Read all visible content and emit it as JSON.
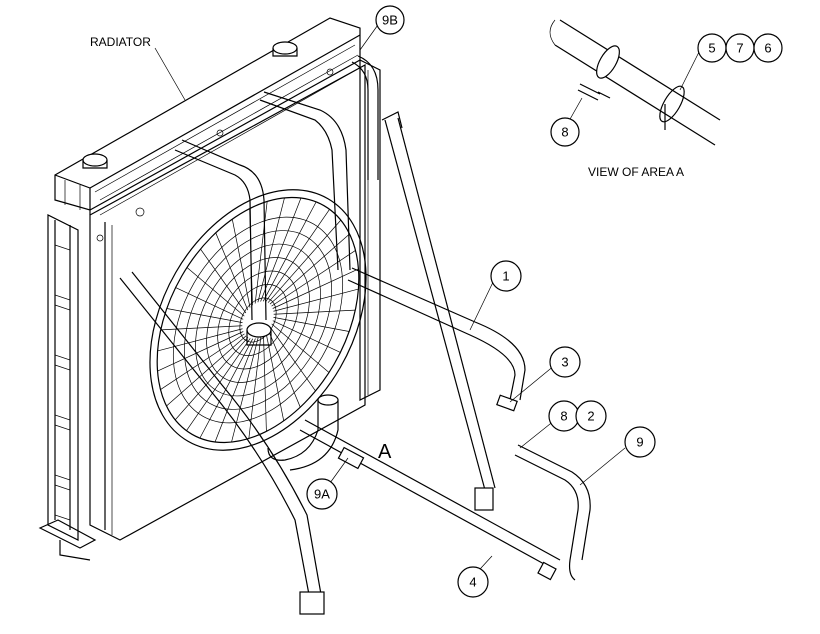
{
  "labels": {
    "radiator": "RADIATOR",
    "view_of_area": "VIEW OF AREA A",
    "area_marker": "A"
  },
  "callouts": {
    "c1": "1",
    "c2": "2",
    "c3": "3",
    "c4": "4",
    "c5": "5",
    "c6": "6",
    "c7": "7",
    "c8_inset": "8",
    "c8_main": "8",
    "c9": "9",
    "c9a": "9A",
    "c9b": "9B"
  }
}
